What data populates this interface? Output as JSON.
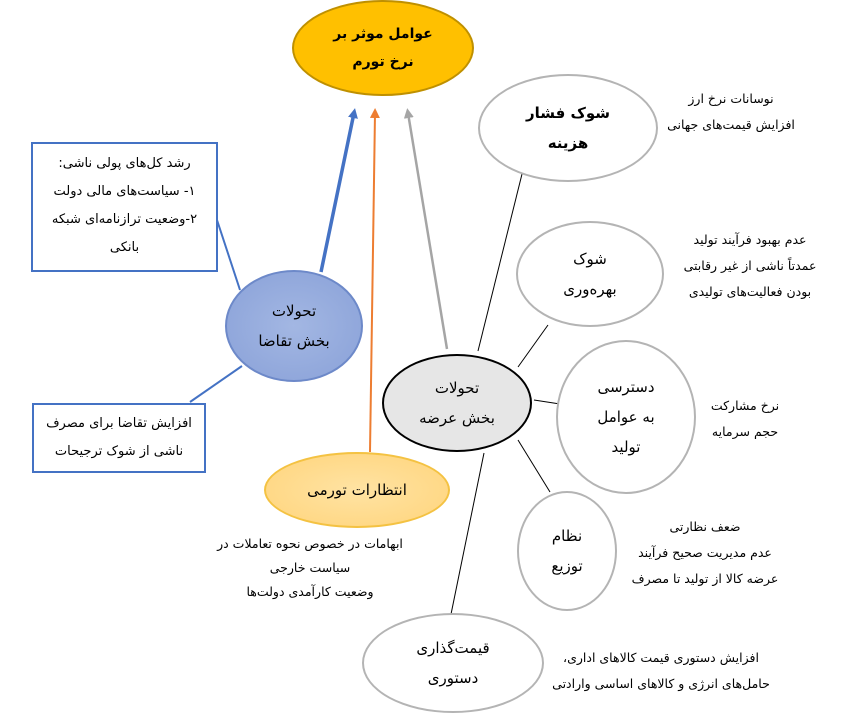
{
  "diagram": {
    "title": "عوامل موثر بر نرخ تورم",
    "colors": {
      "root_fill": "#ffc000",
      "demand_fill": "#8fa8dc",
      "supply_fill": "#e6e6e6",
      "expectation_fill": "#ffd98a",
      "demand_arrow": "#4472c4",
      "expectation_arrow": "#ed7d31",
      "supply_arrow": "#a5a5a5",
      "box_border": "#4472c4"
    },
    "root": {
      "lines": [
        "عوامل موثر بر",
        "نرخ تورم"
      ]
    },
    "demand": {
      "lines": [
        "تحولات",
        "بخش تقاضا"
      ],
      "boxes": {
        "monetary": {
          "lines": [
            "رشد کل‌های پولی ناشی:",
            "۱- سیاست‌های مالی دولت",
            "۲-وضعیت ترازنامه‌ای شبکه",
            "بانکی"
          ]
        },
        "consumption": {
          "lines": [
            "افزایش تقاضا برای مصرف",
            "ناشی از شوک ترجیحات"
          ]
        }
      }
    },
    "expectations": {
      "lines": [
        "انتظارات تورمی"
      ],
      "notes": [
        "ابهامات در خصوص نحوه تعاملات در",
        "سیاست خارجی",
        "وضعیت کارآمدی دولت‌ها"
      ]
    },
    "supply": {
      "lines": [
        "تحولات",
        "بخش عرضه"
      ],
      "children": [
        {
          "id": "cost-shock",
          "lines": [
            "شوک فشار",
            "هزینه"
          ],
          "notes": [
            "نوسانات نرخ ارز",
            "افزایش قیمت‌های جهانی"
          ]
        },
        {
          "id": "productivity-shock",
          "lines": [
            "شوک",
            "بهره‌وری"
          ],
          "notes": [
            "عدم بهبود فرآیند تولید",
            "عمدتاً ناشی از غیر رقابتی",
            "بودن فعالیت‌های تولیدی"
          ]
        },
        {
          "id": "factor-access",
          "lines": [
            "دسترسی",
            "به عوامل",
            "تولید"
          ],
          "notes": [
            "نرخ مشارکت",
            "حجم سرمایه"
          ]
        },
        {
          "id": "distribution",
          "lines": [
            "نظام",
            "توزیع"
          ],
          "notes": [
            "ضعف نظارتی",
            "عدم مدیریت صحیح فرآیند",
            "عرضه کالا از تولید تا مصرف"
          ]
        },
        {
          "id": "price-control",
          "lines": [
            "قیمت‌گذاری",
            "دستوری"
          ],
          "notes": [
            "افزایش دستوری قیمت کالاهای اداری،",
            "حامل‌های انرژی و کالاهای اساسی وارادتی"
          ]
        }
      ]
    }
  }
}
